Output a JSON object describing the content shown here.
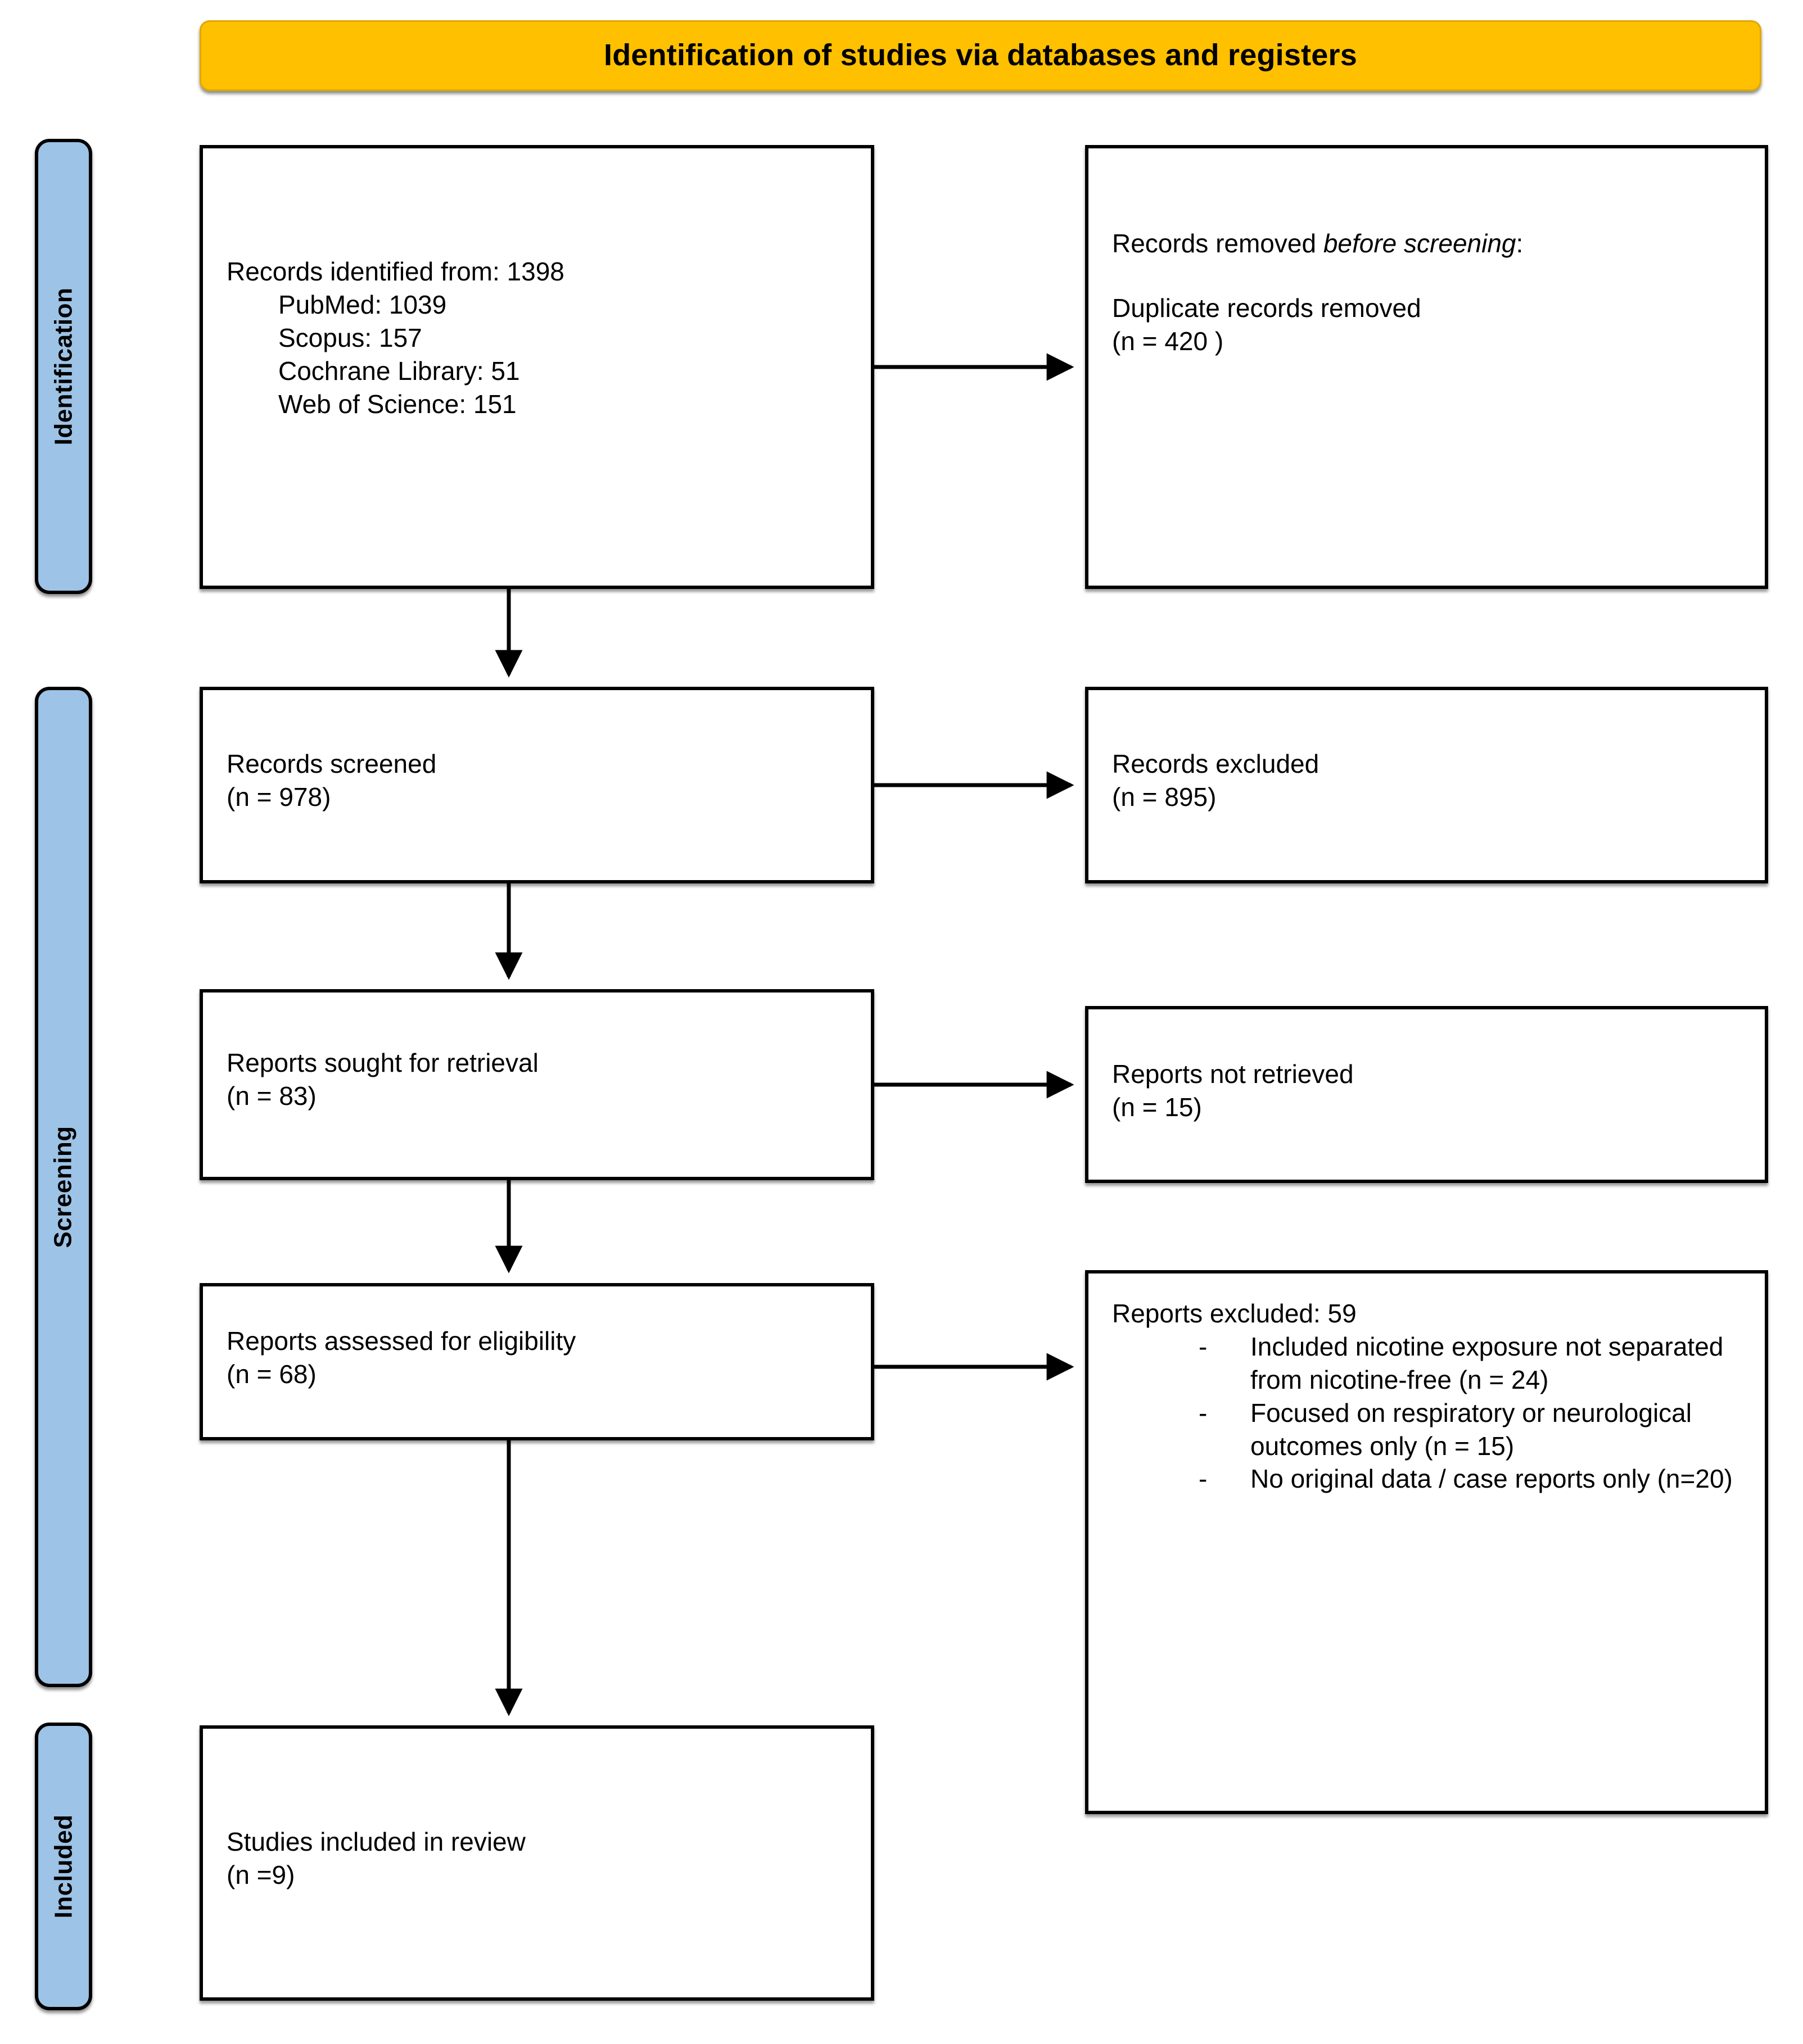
{
  "banner": {
    "title": "Identification of studies via databases and registers"
  },
  "phases": [
    {
      "id": "identification",
      "label": "Identification"
    },
    {
      "id": "screening",
      "label": "Screening"
    },
    {
      "id": "included",
      "label": "Included"
    }
  ],
  "boxes": {
    "records_identified": {
      "title": "Records identified from: 1398",
      "sources": [
        "PubMed: 1039",
        "Scopus: 157",
        "Cochrane Library: 51",
        "Web of Science: 151"
      ]
    },
    "records_removed": {
      "line1_lead": "Records removed ",
      "line1_em": "before screening",
      "line1_tail": ":",
      "detail_line1": "Duplicate records removed",
      "detail_line2": "(n = 420 )"
    },
    "records_screened": {
      "line1": "Records screened",
      "line2": "(n = 978)"
    },
    "records_excluded": {
      "line1": "Records excluded",
      "line2": "(n = 895)"
    },
    "reports_sought": {
      "line1": "Reports sought for retrieval",
      "line2": "(n = 83)"
    },
    "reports_not_retrieved": {
      "line1": "Reports not retrieved",
      "line2": "(n = 15)"
    },
    "reports_assessed": {
      "line1": "Reports assessed for eligibility",
      "line2": "(n = 68)"
    },
    "reports_excluded": {
      "title": "Reports excluded: 59",
      "dash": "-",
      "reasons": [
        "Included nicotine exposure not separated from nicotine-free (n = 24)",
        "Focused on respiratory or neurological outcomes only (n = 15)",
        "No original data / case reports only (n=20)"
      ]
    },
    "studies_included": {
      "line1": "Studies included in review",
      "line2": "(n =9)"
    }
  },
  "colors": {
    "banner_fill": "#FFC000",
    "phase_fill": "#9DC3E6",
    "border": "#000000",
    "page_background": "#FFFFFF"
  }
}
